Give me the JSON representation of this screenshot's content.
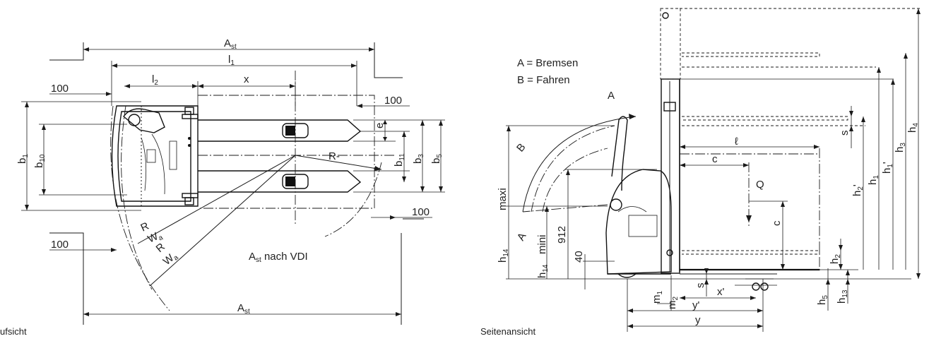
{
  "legend": {
    "brake": "A = Bremsen",
    "drive": "B = Fahren"
  },
  "views": {
    "top_view_caption": "ufsicht",
    "side_view_caption": "Seitenansicht",
    "aisle_note": "A",
    "aisle_note_sub": "st",
    "aisle_note_rest": " nach VDI"
  },
  "top_view_labels": {
    "ast_top": "A",
    "ast_top_sub": "st",
    "l1": "l",
    "l1_sub": "1",
    "l2": "l",
    "l2_sub": "2",
    "x": "x",
    "clear_left_top": "100",
    "clear_right_top": "100",
    "clear_right_bottom": "100",
    "clear_left_bottom": "100",
    "e": "e",
    "b1": "b",
    "b1_sub": "1",
    "b10": "b",
    "b10_sub": "10",
    "b11": "b",
    "b11_sub": "11",
    "b3": "b",
    "b3_sub": "3",
    "b5": "b",
    "b5_sub": "5",
    "r_dash": "R-",
    "r1": "R",
    "wa": "W",
    "wa_sub": "a",
    "r2": "R",
    "wa2": "W",
    "wa2_sub": "a",
    "ast_bottom": "A",
    "ast_bottom_sub": "st"
  },
  "side_view_labels": {
    "a": "A",
    "b": "B",
    "a_small": "A",
    "maxi": "maxi",
    "mini": "mini",
    "v912": "912",
    "v40": "40",
    "h14": "h",
    "h14_sub": "14",
    "h14b": "h",
    "h14b_sub": "14",
    "ell": "ℓ",
    "c_top": "c",
    "q": "Q",
    "c_side": "c",
    "s_top": "s",
    "s_bottom": "s",
    "h1": "h",
    "h1_sub": "1",
    "h1p": "h",
    "h1p_sub": "1",
    "h1p_prime": "'",
    "h2": "h",
    "h2_sub": "2",
    "h2p": "h",
    "h2p_sub": "2",
    "h2p_prime": "'",
    "h3": "h",
    "h3_sub": "3",
    "h4": "h",
    "h4_sub": "4",
    "h5": "h",
    "h5_sub": "5",
    "h13": "h",
    "h13_sub": "13",
    "m1": "m",
    "m1_sub": "1",
    "m2": "m",
    "m2_sub": "2",
    "xp": "x'",
    "yp": "y'",
    "y": "y"
  }
}
